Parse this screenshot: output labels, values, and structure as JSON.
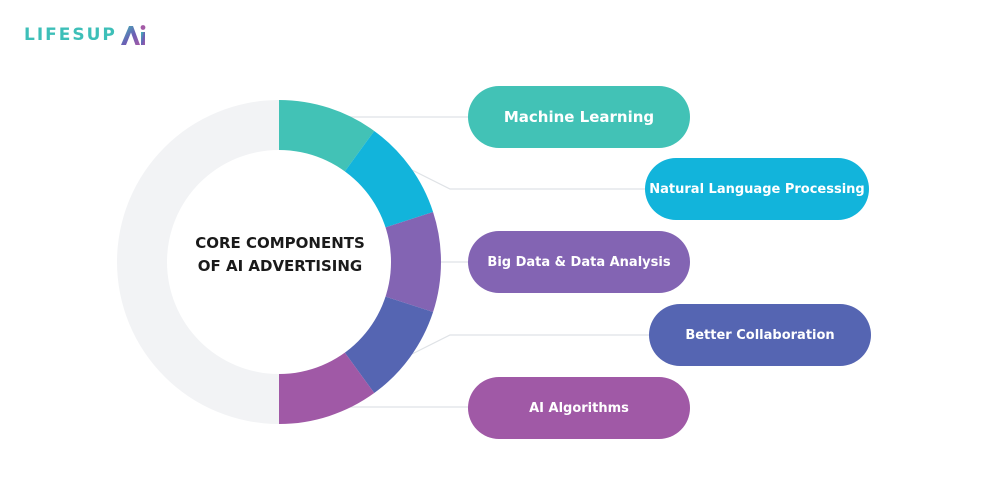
{
  "brand": {
    "logo_text": "LIFESUP",
    "logo_mark_text": "AI",
    "logo_color": "#3dbfb8"
  },
  "diagram": {
    "center_title_line1": "CORE COMPONENTS",
    "center_title_line2": "OF AI ADVERTISING",
    "ring_background_color": "#f2f3f5",
    "components": [
      {
        "label": "Machine Learning",
        "color": "#42c2b6"
      },
      {
        "label": "Natural Language Processing",
        "color": "#12b4db"
      },
      {
        "label": "Big Data & Data Analysis",
        "color": "#8364b3"
      },
      {
        "label": "Better Collaboration",
        "color": "#5565b2"
      },
      {
        "label": "AI Algorithms",
        "color": "#a059a6"
      }
    ]
  }
}
